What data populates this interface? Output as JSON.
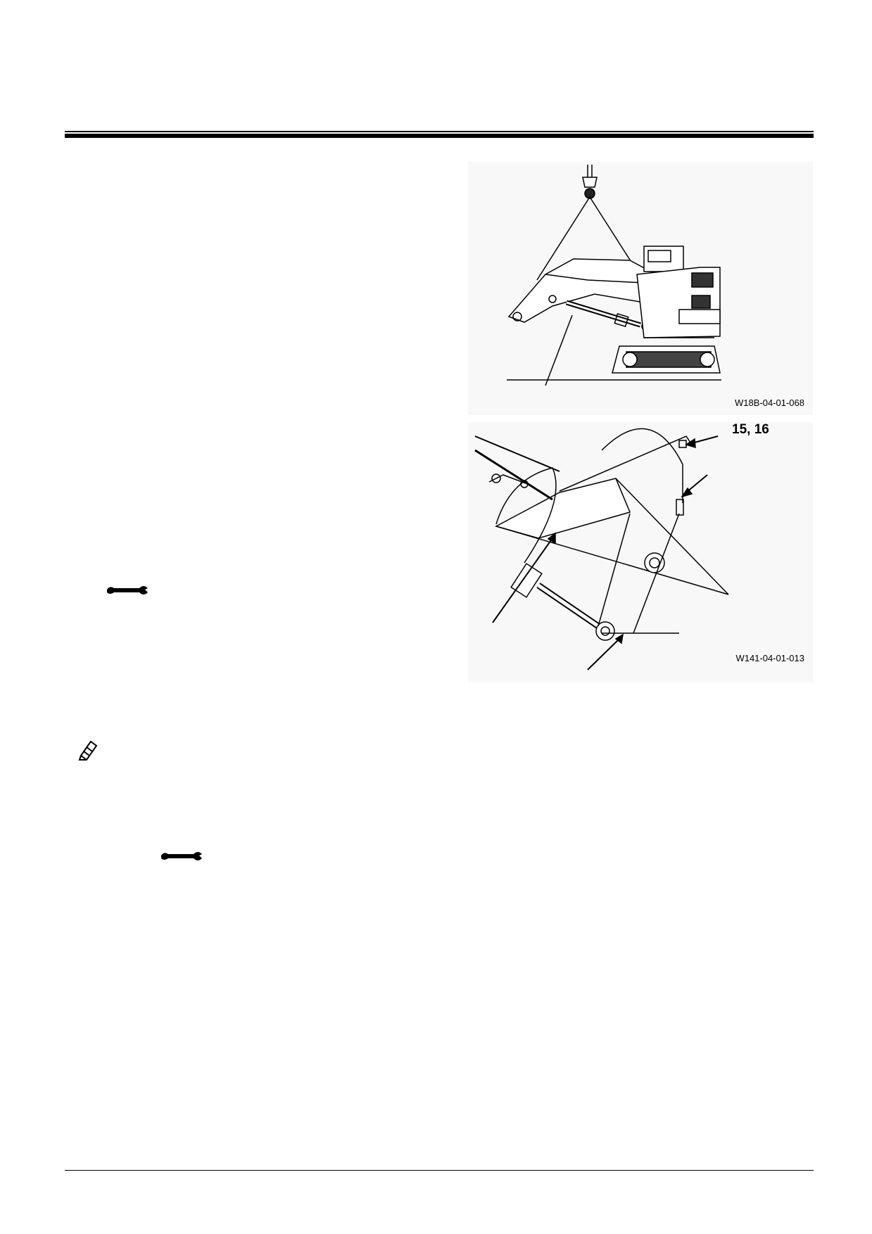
{
  "figures": [
    {
      "id": "W18B-04-01-068",
      "subject": "excavator-lift-illustration"
    },
    {
      "id": "W141-04-01-013",
      "subject": "boom-cylinder-hose-illustration",
      "callout": "15, 16"
    }
  ],
  "icons": [
    "wrench-icon",
    "wrench-icon",
    "pencil-note-icon"
  ]
}
